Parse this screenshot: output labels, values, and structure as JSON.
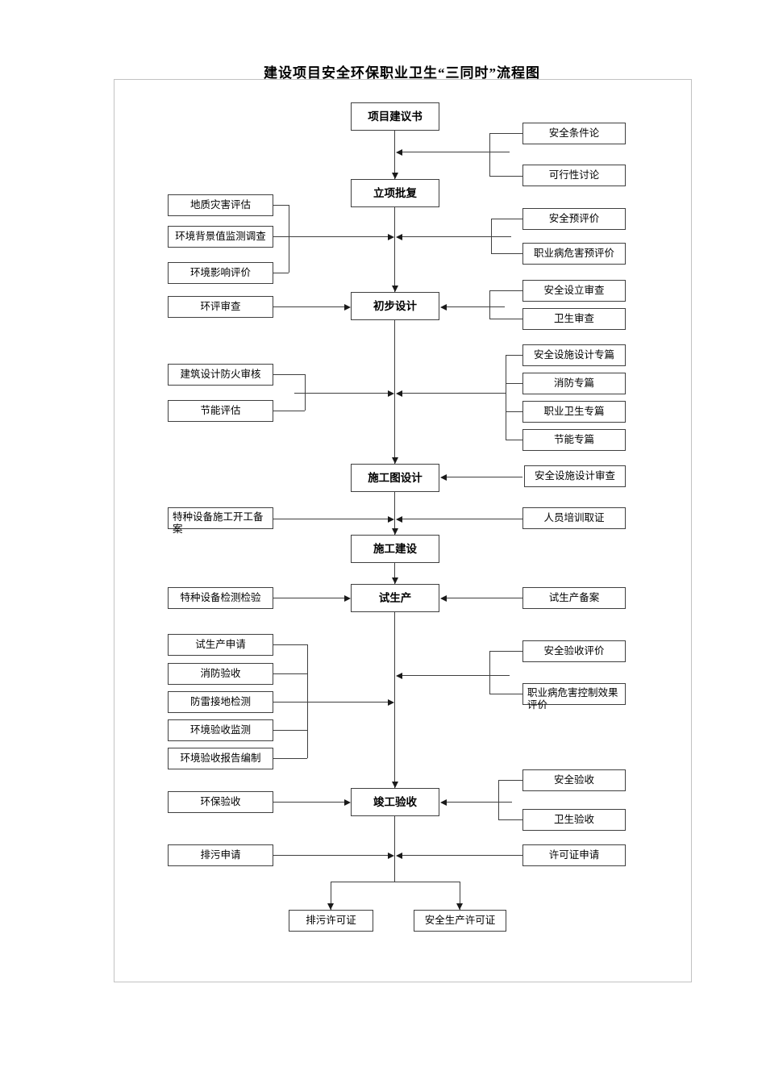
{
  "title": "建设项目安全环保职业卫生“三同时”流程图",
  "colors": {
    "line": "#3f3f3f",
    "text": "#000000",
    "frame": "#c2c2c2",
    "background": "#ffffff"
  },
  "nodes": {
    "main": [
      {
        "id": "project-proposal",
        "label": "项目建议书"
      },
      {
        "id": "project-approval",
        "label": "立项批复"
      },
      {
        "id": "preliminary-design",
        "label": "初步设计"
      },
      {
        "id": "construction-drawing-design",
        "label": "施工图设计"
      },
      {
        "id": "construction",
        "label": "施工建设"
      },
      {
        "id": "trial-production",
        "label": "试生产"
      },
      {
        "id": "completion-acceptance",
        "label": "竣工验收"
      }
    ],
    "left": [
      {
        "id": "geological-disaster-assessment",
        "label": "地质灾害评估"
      },
      {
        "id": "env-background-monitoring",
        "label": "环境背景值监测调查"
      },
      {
        "id": "env-impact-assessment",
        "label": "环境影响评价"
      },
      {
        "id": "env-assessment-review",
        "label": "环评审查"
      },
      {
        "id": "building-fire-design-review",
        "label": "建筑设计防火审核"
      },
      {
        "id": "energy-saving-assessment",
        "label": "节能评估"
      },
      {
        "id": "special-equipment-start-filing",
        "label": "特种设备施工开工备案"
      },
      {
        "id": "special-equipment-inspection",
        "label": "特种设备检测检验"
      },
      {
        "id": "trial-production-application",
        "label": "试生产申请"
      },
      {
        "id": "fire-acceptance",
        "label": "消防验收"
      },
      {
        "id": "lightning-grounding-test",
        "label": "防雷接地检测"
      },
      {
        "id": "env-acceptance-monitoring",
        "label": "环境验收监测"
      },
      {
        "id": "env-acceptance-report",
        "label": "环境验收报告编制"
      },
      {
        "id": "env-protection-acceptance",
        "label": "环保验收"
      },
      {
        "id": "discharge-application",
        "label": "排污申请"
      }
    ],
    "right": [
      {
        "id": "safety-condition-review",
        "label": "安全条件论"
      },
      {
        "id": "feasibility-discussion",
        "label": "可行性讨论"
      },
      {
        "id": "safety-pre-evaluation",
        "label": "安全预评价"
      },
      {
        "id": "occupational-hazard-pre-evaluation",
        "label": "职业病危害预评价"
      },
      {
        "id": "safety-establishment-review",
        "label": "安全设立审查"
      },
      {
        "id": "health-review",
        "label": "卫生审查"
      },
      {
        "id": "safety-facility-design-chapter",
        "label": "安全设施设计专篇"
      },
      {
        "id": "fire-protection-chapter",
        "label": "消防专篇"
      },
      {
        "id": "occupational-health-chapter",
        "label": "职业卫生专篇"
      },
      {
        "id": "energy-saving-chapter",
        "label": "节能专篇"
      },
      {
        "id": "safety-facility-design-review",
        "label": "安全设施设计审查"
      },
      {
        "id": "personnel-training-certification",
        "label": "人员培训取证"
      },
      {
        "id": "trial-production-filing",
        "label": "试生产备案"
      },
      {
        "id": "safety-acceptance-evaluation",
        "label": "安全验收评价"
      },
      {
        "id": "occupational-hazard-control-evaluation",
        "label": "职业病危害控制效果评价"
      },
      {
        "id": "safety-acceptance",
        "label": "安全验收"
      },
      {
        "id": "health-acceptance",
        "label": "卫生验收"
      },
      {
        "id": "permit-application",
        "label": "许可证申请"
      }
    ],
    "results": [
      {
        "id": "discharge-permit",
        "label": "排污许可证"
      },
      {
        "id": "safety-production-permit",
        "label": "安全生产许可证"
      }
    ]
  }
}
